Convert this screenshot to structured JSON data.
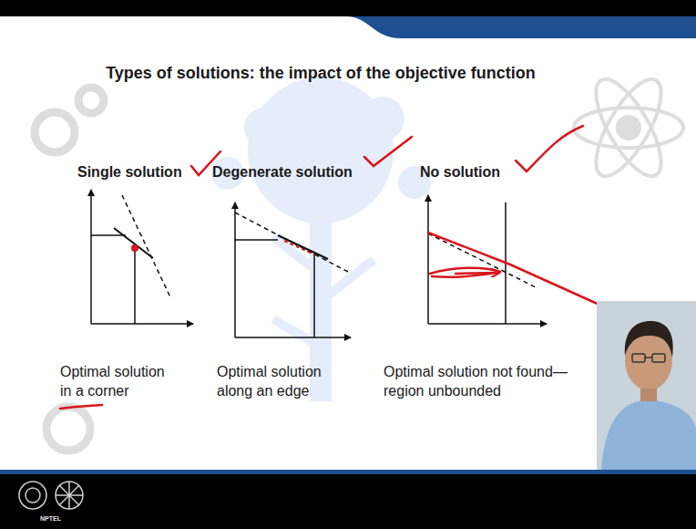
{
  "diagram": {
    "title": "Types of solutions: the impact of the objective function",
    "labels": [
      "Single solution",
      "Degenerate solution",
      "No solution",
      "Optimal solution in a corner",
      "Optimal solution along an edge",
      "Optimal solution not found—region unbounded",
      "NPTEL"
    ]
  }
}
